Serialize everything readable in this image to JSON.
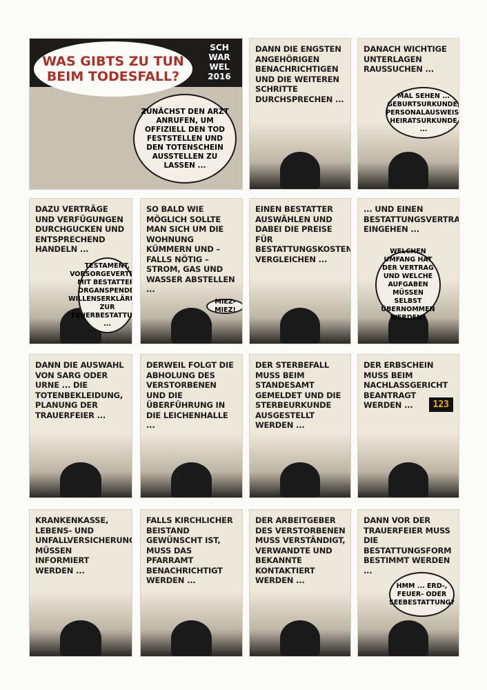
{
  "title": "WAS GIBTS ZU TUN BEIM TODESFALL?",
  "signature": {
    "name_lines": [
      "SCH",
      "WAR",
      "WEL"
    ],
    "year": "2016"
  },
  "panels": [
    {
      "text": "",
      "bubble": "ZUNÄCHST DEN ARZT ANRUFEN, UM OFFIZIELL DEN TOD FESTSTELLEN UND DEN TOTENSCHEIN AUSSTELLEN ZU LASSEN ..."
    },
    {
      "text": "DANN DIE ENGSTEN ANGEHÖRIGEN BENACHRICHTIGEN UND DIE WEITEREN SCHRITTE DURCHSPRECHEN ...",
      "bubble": ""
    },
    {
      "text": "DANACH WICHTIGE UNTERLAGEN RAUSSUCHEN ...",
      "bubble": "MAL SEHEN ... GEBURTSURKUNDE, PERSONALAUSWEIS, HEIRATSURKUNDE ..."
    },
    {
      "text": "DAZU VERTRÄGE UND VERFÜGUNGEN DURCHGUCKEN UND ENTSPRECHEND HANDELN ...",
      "bubble": "TESTAMENT, VORSORGEVERTRAG MIT BESTATTER, ORGANSPENDE, WILLENSERKLÄRUNG ZUR FEUERBESTATTUNG ..."
    },
    {
      "text": "SO BALD WIE MÖGLICH SOLLTE MAN SICH UM DIE WOHNUNG KÜMMERN UND – FALLS NÖTIG – STROM, GAS UND WASSER ABSTELLEN ...",
      "bubble": "MIEZ-MIEZ!"
    },
    {
      "text": "EINEN BESTATTER AUSWÄHLEN UND DABEI DIE PREISE FÜR BESTATTUNGSKOSTEN VERGLEICHEN ...",
      "bubble": ""
    },
    {
      "text": "... UND EINEN BESTATTUNGSVERTRAG EINGEHEN ...",
      "bubble": "WELCHEN UMFANG HAT DER VERTRAG UND WELCHE AUFGABEN MÜSSEN SELBST ÜBERNOMMEN WERDEN?"
    },
    {
      "text": "DANN DIE AUSWAHL VON SARG ODER URNE ... DIE TOTENBEKLEIDUNG, PLANUNG DER TRAUERFEIER ...",
      "bubble": ""
    },
    {
      "text": "DERWEIL FOLGT DIE ABHOLUNG DES VERSTORBENEN UND DIE ÜBERFÜHRUNG IN DIE LEICHENHALLE ...",
      "bubble": ""
    },
    {
      "text": "DER STERBEFALL MUSS BEIM STANDESAMT GEMELDET UND DIE STERBEURKUNDE AUSGESTELLT WERDEN ...",
      "bubble": ""
    },
    {
      "text": "DER ERBSCHEIN MUSS BEIM NACHLASSGERICHT BEANTRAGT WERDEN ...",
      "bubble": "",
      "display": "123"
    },
    {
      "text": "KRANKENKASSE, LEBENS- UND UNFALLVERSICHERUNG MÜSSEN INFORMIERT WERDEN ...",
      "bubble": ""
    },
    {
      "text": "FALLS KIRCHLICHER BEISTAND GEWÜNSCHT IST, MUSS DAS PFARRAMT BENACHRICHTIGT WERDEN ...",
      "bubble": ""
    },
    {
      "text": "DER ARBEITGEBER DES VERSTORBENEN MUSS VERSTÄNDIGT, VERWANDTE UND BEKANNTE KONTAKTIERT WERDEN ...",
      "bubble": ""
    },
    {
      "text": "DANN VOR DER TRAUERFEIER MUSS DIE BESTATTUNGSFORM BESTIMMT WERDEN ...",
      "bubble": "HMM ... ERD-, FEUER- ODER SEEBESTATTUNG?"
    }
  ]
}
